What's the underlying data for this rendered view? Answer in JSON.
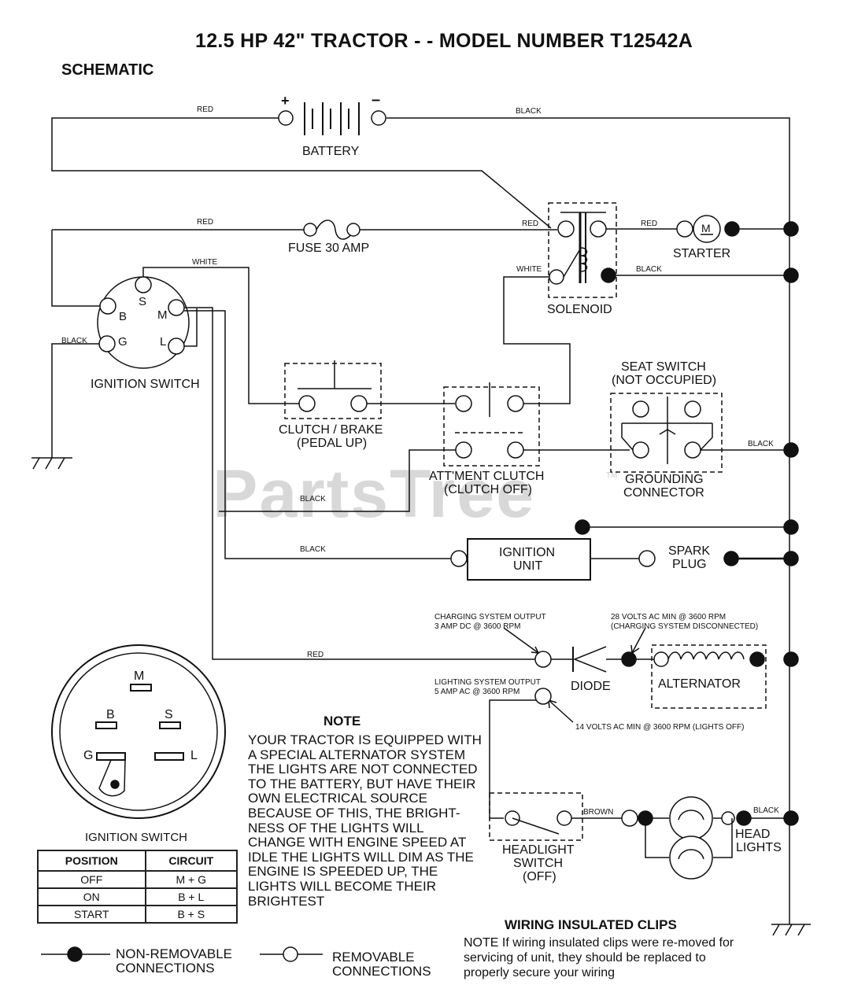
{
  "title": "12.5 HP 42\"  TRACTOR - - MODEL NUMBER T12542A",
  "subtitle": "SCHEMATIC",
  "watermark": "PartsTree",
  "trademark": "TM",
  "components": {
    "battery": "BATTERY",
    "battery_plus": "+",
    "battery_minus": "–",
    "fuse": "FUSE 30 AMP",
    "solenoid": "SOLENOID",
    "starter": "STARTER",
    "starter_symbol": "M",
    "ignition_switch": "IGNITION SWITCH",
    "clutch_brake": "CLUTCH / BRAKE",
    "clutch_brake_state": "(PEDAL UP)",
    "attachment_clutch": "ATT'MENT CLUTCH",
    "attachment_clutch_state": "(CLUTCH OFF)",
    "seat_switch": "SEAT SWITCH",
    "seat_switch_state": "(NOT OCCUPIED)",
    "grounding_connector_1": "GROUNDING",
    "grounding_connector_2": "CONNECTOR",
    "ignition_unit_1": "IGNITION",
    "ignition_unit_2": "UNIT",
    "spark_plug_1": "SPARK",
    "spark_plug_2": "PLUG",
    "diode": "DIODE",
    "alternator": "ALTERNATOR",
    "headlight_switch_1": "HEADLIGHT",
    "headlight_switch_2": "SWITCH",
    "headlight_switch_3": "(OFF)",
    "head_lights_1": "HEAD",
    "head_lights_2": "LIGHTS"
  },
  "terminals": {
    "s": "S",
    "b": "B",
    "m": "M",
    "g": "G",
    "l": "L"
  },
  "wires": {
    "red": "RED",
    "black": "BLACK",
    "white": "WHITE",
    "brown": "BROWN"
  },
  "annotations": {
    "charging_output_1": "CHARGING SYSTEM OUTPUT",
    "charging_output_2": "3 AMP DC @ 3600 RPM",
    "volts28_1": "28 VOLTS AC MIN  @ 3600 RPM",
    "volts28_2": "(CHARGING SYSTEM DISCONNECTED)",
    "lighting_output_1": "LIGHTING SYSTEM OUTPUT",
    "lighting_output_2": "5 AMP AC @ 3600 RPM",
    "volts14": "14 VOLTS AC MIN  @ 3600 RPM (LIGHTS OFF)"
  },
  "note": {
    "title": "NOTE",
    "body": "YOUR TRACTOR IS EQUIPPED WITH A SPECIAL ALTERNATOR SYSTEM  THE LIGHTS ARE NOT CONNECTED TO  THE BATTERY, BUT HAVE THEIR OWN ELECTRICAL SOURCE BECAUSE OF THIS, THE BRIGHT-NESS OF THE LIGHTS WILL CHANGE WITH ENGINE SPEED AT IDLE THE LIGHTS WILL DIM AS THE ENGINE IS SPEEDED UP, THE LIGHTS WILL BECOME THEIR BRIGHTEST"
  },
  "switch_table": {
    "caption": "IGNITION SWITCH",
    "headers": [
      "POSITION",
      "CIRCUIT"
    ],
    "rows": [
      [
        "OFF",
        "M + G"
      ],
      [
        "ON",
        "B + L"
      ],
      [
        "START",
        "B + S"
      ]
    ]
  },
  "legend": {
    "non_removable_1": "NON-REMOVABLE",
    "non_removable_2": "CONNECTIONS",
    "removable_1": "REMOVABLE",
    "removable_2": "CONNECTIONS"
  },
  "clips": {
    "title": "WIRING INSULATED CLIPS",
    "body": "NOTE  If wiring insulated clips  were  re-moved  for servicing  of  unit,  they should be replaced to properly secure your wiring"
  }
}
